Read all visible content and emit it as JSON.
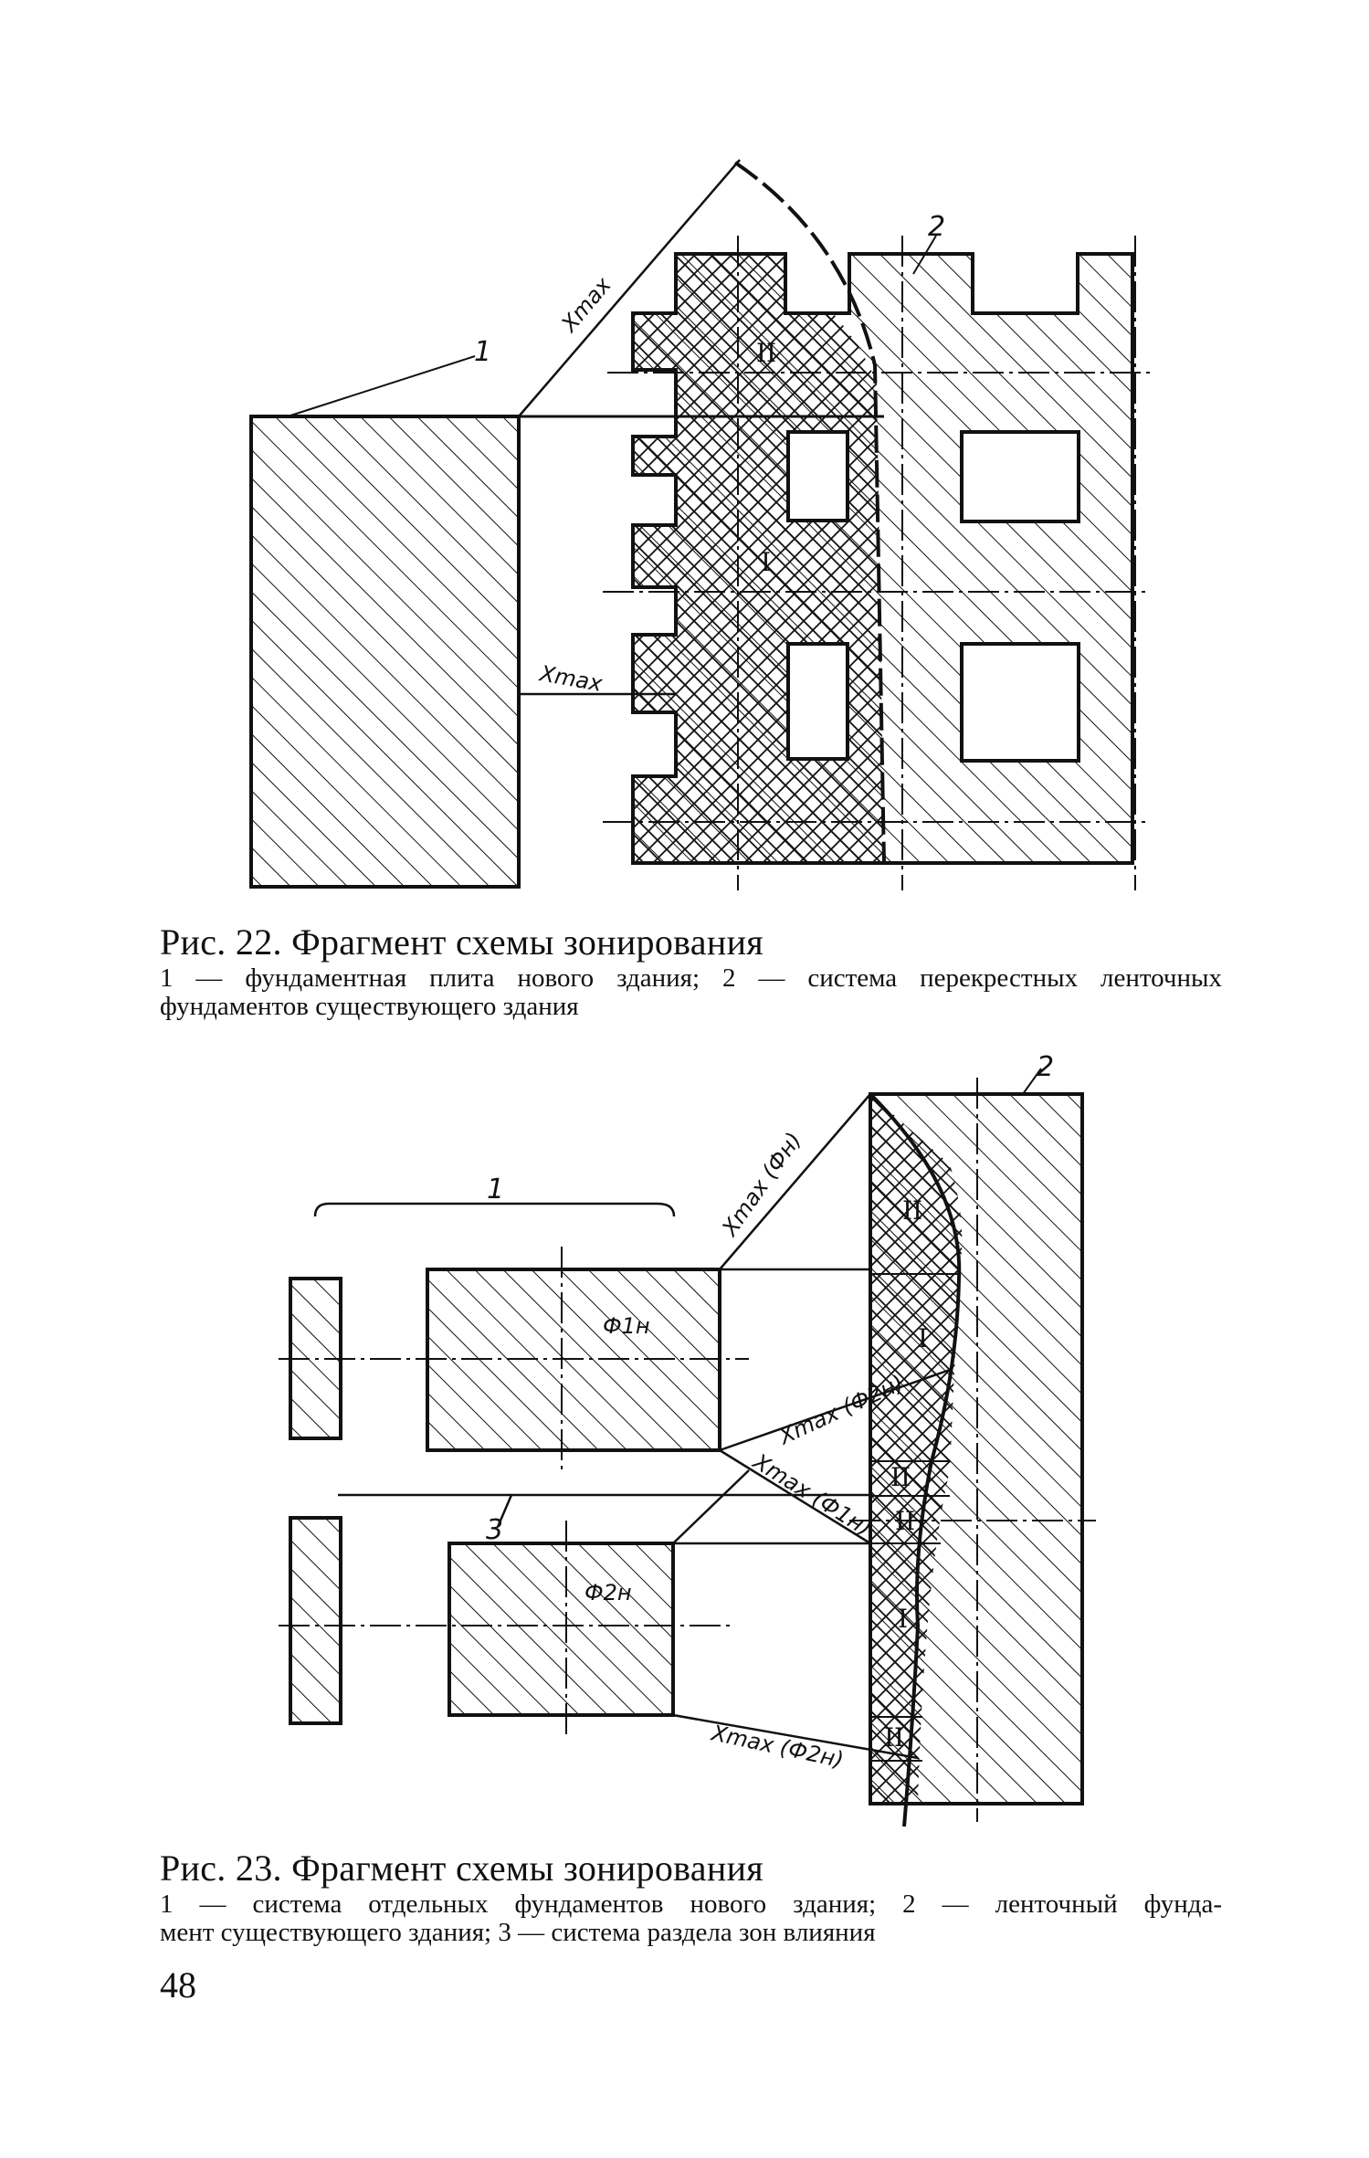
{
  "figure22": {
    "labels": {
      "plate": "1",
      "strip_system": "2",
      "xmax_diag": "Xmax",
      "xmax_horiz": "Xmax",
      "zone_one": "I",
      "zone_two": "II"
    },
    "caption_title": "Рис. 22. Фрагмент схемы зонирования",
    "caption_line1": "1 — фундаментная плита нового здания; 2 — система перекрестных ленточных",
    "caption_line2": "фундаментов существующего здания"
  },
  "figure23": {
    "labels": {
      "new_foundations": "1",
      "strip_foundation": "2",
      "separation_system": "3",
      "phi1": "Ф1н",
      "phi2": "Ф2н",
      "xmax_phi_n": "Xmax (Фн)",
      "xmax_phi_2n_upper": "Xmax (Ф2н)",
      "xmax_phi_1n": "Xmax (Ф1н)",
      "xmax_phi_2n_lower": "Xmax (Ф2н)",
      "zone_one": "I",
      "zone_two": "II"
    },
    "caption_title": "Рис. 23. Фрагмент схемы зонирования",
    "caption_line1": "1 — система отдельных фундаментов нового здания; 2 — ленточный фунда-",
    "caption_line2": "мент существующего здания; 3 — система раздела зон влияния"
  },
  "page_number": "48"
}
